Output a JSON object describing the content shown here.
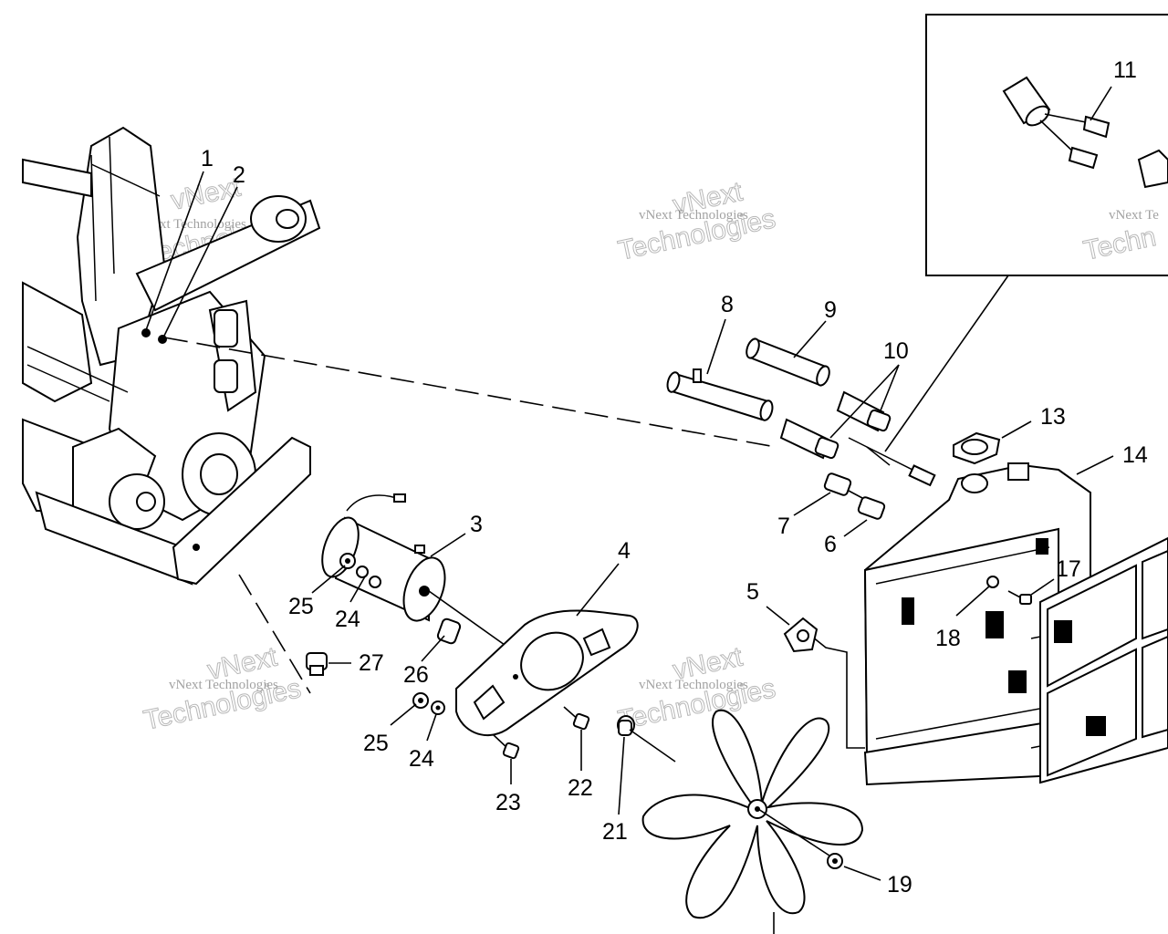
{
  "diagram": {
    "callouts": [
      {
        "id": "c1",
        "label": "1"
      },
      {
        "id": "c2",
        "label": "2"
      },
      {
        "id": "c3",
        "label": "3"
      },
      {
        "id": "c4",
        "label": "4"
      },
      {
        "id": "c5",
        "label": "5"
      },
      {
        "id": "c6",
        "label": "6"
      },
      {
        "id": "c7",
        "label": "7"
      },
      {
        "id": "c8",
        "label": "8"
      },
      {
        "id": "c9",
        "label": "9"
      },
      {
        "id": "c10",
        "label": "10"
      },
      {
        "id": "c11",
        "label": "11"
      },
      {
        "id": "c13",
        "label": "13"
      },
      {
        "id": "c14",
        "label": "14"
      },
      {
        "id": "c17",
        "label": "17"
      },
      {
        "id": "c18",
        "label": "18"
      },
      {
        "id": "c19",
        "label": "19"
      },
      {
        "id": "c21",
        "label": "21"
      },
      {
        "id": "c22",
        "label": "22"
      },
      {
        "id": "c23",
        "label": "23"
      },
      {
        "id": "c24a",
        "label": "24"
      },
      {
        "id": "c24b",
        "label": "24"
      },
      {
        "id": "c25a",
        "label": "25"
      },
      {
        "id": "c25b",
        "label": "25"
      },
      {
        "id": "c26",
        "label": "26"
      },
      {
        "id": "c27",
        "label": "27"
      }
    ],
    "watermark": {
      "brand": "vNext",
      "line1": "vNext Technologies",
      "line2": "Technologies",
      "partial1": "vNext Te",
      "partial2": "Techn"
    }
  }
}
